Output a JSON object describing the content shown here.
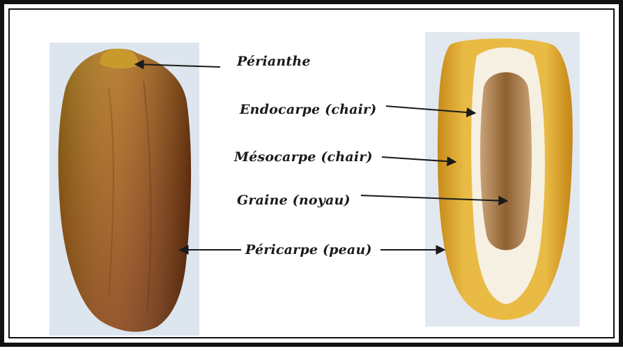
{
  "labels": {
    "perianthe": "Périanthe",
    "endocarpe": "Endocarpe (chair)",
    "mesocarpe": "Mésocarpe (chair)",
    "graine": "Graine (noyau)",
    "pericarpe": "Péricarpe (peau)"
  },
  "colors": {
    "frame": "#111111",
    "background": "#ffffff",
    "photo_backdrop": "#dde5ee",
    "whole_date_skin": "#8a4514",
    "cut_date_flesh": "#d9a52a",
    "seed": "#9a6a33",
    "arrow": "#1a1a1a"
  }
}
